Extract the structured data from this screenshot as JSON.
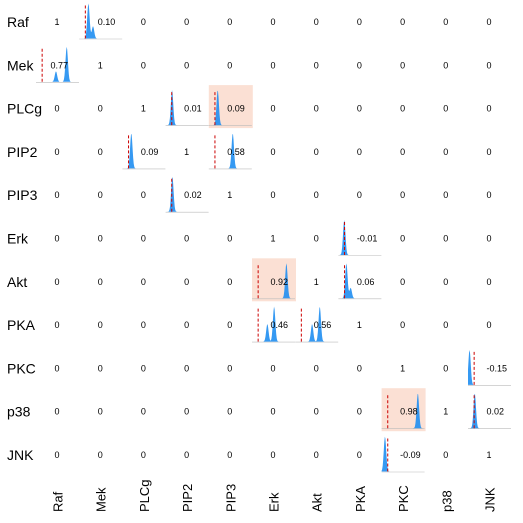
{
  "chart_data": {
    "type": "heatmap",
    "nodes": [
      "Raf",
      "Mek",
      "PLCg",
      "PIP2",
      "PIP3",
      "Erk",
      "Akt",
      "PKA",
      "PKC",
      "p38",
      "JNK"
    ],
    "matrix": [
      [
        "1",
        "0.10",
        "0",
        "0",
        "0",
        "0",
        "0",
        "0",
        "0",
        "0",
        "0"
      ],
      [
        "0.77",
        "1",
        "0",
        "0",
        "0",
        "0",
        "0",
        "0",
        "0",
        "0",
        "0"
      ],
      [
        "0",
        "0",
        "1",
        "0.01",
        "0.09",
        "0",
        "0",
        "0",
        "0",
        "0",
        "0"
      ],
      [
        "0",
        "0",
        "0.09",
        "1",
        "0.58",
        "0",
        "0",
        "0",
        "0",
        "0",
        "0"
      ],
      [
        "0",
        "0",
        "0",
        "0.02",
        "1",
        "0",
        "0",
        "0",
        "0",
        "0",
        "0"
      ],
      [
        "0",
        "0",
        "0",
        "0",
        "0",
        "1",
        "0",
        "-0.01",
        "0",
        "0",
        "0"
      ],
      [
        "0",
        "0",
        "0",
        "0",
        "0",
        "0.92",
        "1",
        "0.06",
        "0",
        "0",
        "0"
      ],
      [
        "0",
        "0",
        "0",
        "0",
        "0",
        "0.46",
        "0.56",
        "1",
        "0",
        "0",
        "0"
      ],
      [
        "0",
        "0",
        "0",
        "0",
        "0",
        "0",
        "0",
        "0",
        "1",
        "0",
        "-0.15"
      ],
      [
        "0",
        "0",
        "0",
        "0",
        "0",
        "0",
        "0",
        "0",
        "0.98",
        "1",
        "0.02"
      ],
      [
        "0",
        "0",
        "0",
        "0",
        "0",
        "0",
        "0",
        "0",
        "-0.09",
        "0",
        "1"
      ]
    ],
    "highlighted_cells": [
      [
        2,
        4
      ],
      [
        6,
        5
      ],
      [
        9,
        8
      ]
    ],
    "highlight_color": "#fbe0d4",
    "distributions": [
      {
        "row": 0,
        "col": 1,
        "peaks": [
          {
            "at": 0.1,
            "h": 1.0
          },
          {
            "at": 0.25,
            "h": 0.35
          }
        ],
        "marker": 0.0
      },
      {
        "row": 1,
        "col": 0,
        "peaks": [
          {
            "at": 0.45,
            "h": 0.3
          },
          {
            "at": 0.8,
            "h": 1.0
          }
        ],
        "marker": 0.0
      },
      {
        "row": 2,
        "col": 3,
        "peaks": [
          {
            "at": 0.01,
            "h": 1.0
          }
        ],
        "marker": 0.0
      },
      {
        "row": 2,
        "col": 4,
        "peaks": [
          {
            "at": 0.09,
            "h": 1.0
          }
        ],
        "marker": 0.0
      },
      {
        "row": 3,
        "col": 2,
        "peaks": [
          {
            "at": 0.09,
            "h": 1.0
          }
        ],
        "marker": 0.0
      },
      {
        "row": 3,
        "col": 4,
        "peaks": [
          {
            "at": 0.58,
            "h": 1.0
          }
        ],
        "marker": 0.0
      },
      {
        "row": 4,
        "col": 3,
        "peaks": [
          {
            "at": 0.02,
            "h": 1.0
          }
        ],
        "marker": 0.0
      },
      {
        "row": 5,
        "col": 7,
        "peaks": [
          {
            "at": -0.01,
            "h": 1.0
          }
        ],
        "marker": 0.0
      },
      {
        "row": 6,
        "col": 5,
        "peaks": [
          {
            "at": 0.92,
            "h": 1.0
          }
        ],
        "marker": 0.0
      },
      {
        "row": 6,
        "col": 7,
        "peaks": [
          {
            "at": 0.06,
            "h": 1.0
          },
          {
            "at": 0.2,
            "h": 0.3
          }
        ],
        "marker": 0.0
      },
      {
        "row": 7,
        "col": 5,
        "peaks": [
          {
            "at": 0.3,
            "h": 0.5
          },
          {
            "at": 0.52,
            "h": 1.0
          }
        ],
        "marker": 0.0
      },
      {
        "row": 7,
        "col": 6,
        "peaks": [
          {
            "at": 0.35,
            "h": 0.5
          },
          {
            "at": 0.6,
            "h": 1.0
          }
        ],
        "marker": 0.0
      },
      {
        "row": 8,
        "col": 10,
        "peaks": [
          {
            "at": -0.15,
            "h": 1.0
          }
        ],
        "marker": 0.0
      },
      {
        "row": 9,
        "col": 8,
        "peaks": [
          {
            "at": 0.98,
            "h": 1.0
          }
        ],
        "marker": 0.0
      },
      {
        "row": 9,
        "col": 10,
        "peaks": [
          {
            "at": 0.02,
            "h": 1.0
          }
        ],
        "marker": 0.0
      },
      {
        "row": 10,
        "col": 8,
        "peaks": [
          {
            "at": -0.09,
            "h": 1.0
          }
        ],
        "marker": 0.0
      }
    ],
    "distribution_xlim": [
      -0.2,
      1.2
    ],
    "colors": {
      "density": "#1f8ef1",
      "marker": "#cc0000",
      "baseline": "#bbbbbb"
    },
    "title": "",
    "xlabel": "",
    "ylabel": ""
  }
}
